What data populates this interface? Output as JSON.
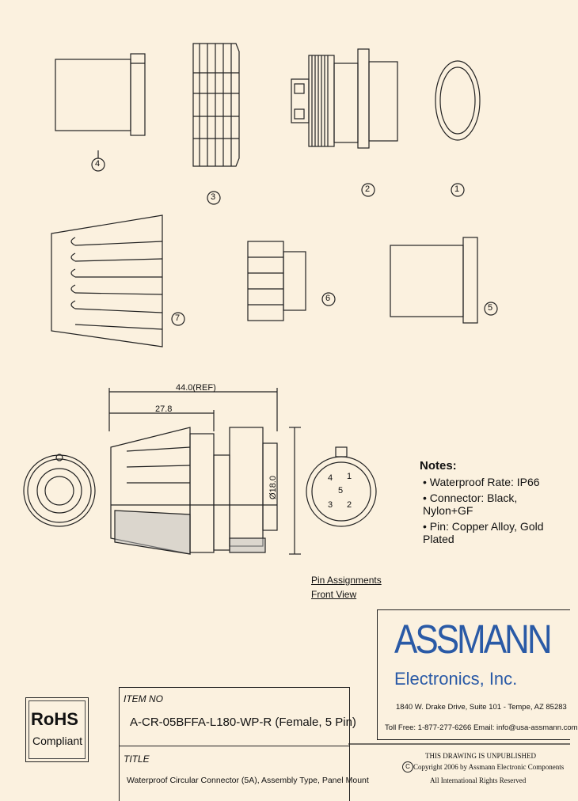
{
  "parts": {
    "p1": "1",
    "p2": "2",
    "p3": "3",
    "p4": "4",
    "p5": "5",
    "p6": "6",
    "p7": "7"
  },
  "dimensions": {
    "overall": "44.0(REF)",
    "partial": "27.8",
    "diameter": "Ø18.0"
  },
  "pin_view": {
    "pins": [
      "1",
      "2",
      "3",
      "4",
      "5"
    ],
    "caption_line1": "Pin Assignments",
    "caption_line2": "Front View"
  },
  "notes": {
    "heading": "Notes:",
    "items": [
      "• Waterproof Rate: IP66",
      "• Connector: Black, Nylon+GF",
      "• Pin: Copper Alloy, Gold Plated"
    ]
  },
  "company": {
    "logo_text": "ASSMANN",
    "subtitle": "Electronics, Inc.",
    "address": "1840 W. Drake Drive, Suite 101 - Tempe, AZ 85283",
    "contact": "Toll Free: 1-877-277-6266   Email: info@usa-assmann.com"
  },
  "legal": {
    "line1": "THIS DRAWING IS UNPUBLISHED",
    "copyright_symbol": "C",
    "line2": "Copyright 2006 by Assmann Electronic Components",
    "line3": "All International Rights Reserved"
  },
  "rohs": {
    "title": "RoHS",
    "subtitle": "Compliant"
  },
  "item": {
    "label": "ITEM NO",
    "value": "A-CR-05BFFA-L180-WP-R  (Female, 5 Pin)"
  },
  "title_block": {
    "label": "TITLE",
    "value": "Waterproof Circular Connector (5A), Assembly Type, Panel Mount"
  },
  "colors": {
    "background": "#fbf1df",
    "line": "#222222",
    "brand_blue": "#2a5aa6"
  }
}
